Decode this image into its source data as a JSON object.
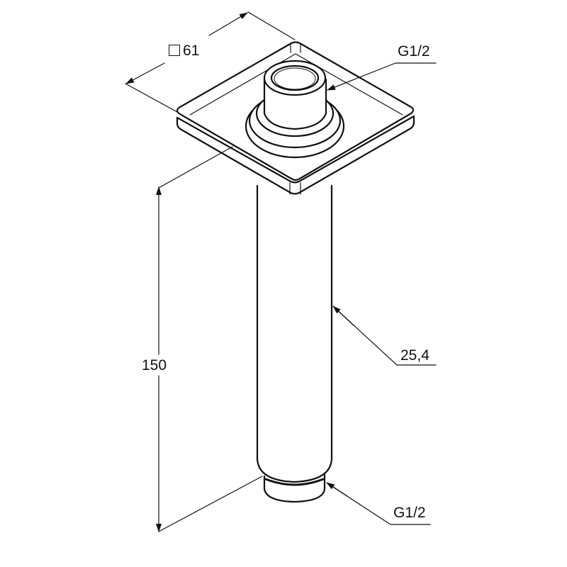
{
  "dimensions": {
    "plate_size": "61",
    "plate_size_symbol": "square-icon",
    "length": "150",
    "pipe_diameter": "25,4",
    "top_thread": "G1/2",
    "bottom_thread": "G1/2"
  },
  "colors": {
    "line": "#111111",
    "background": "#ffffff"
  }
}
